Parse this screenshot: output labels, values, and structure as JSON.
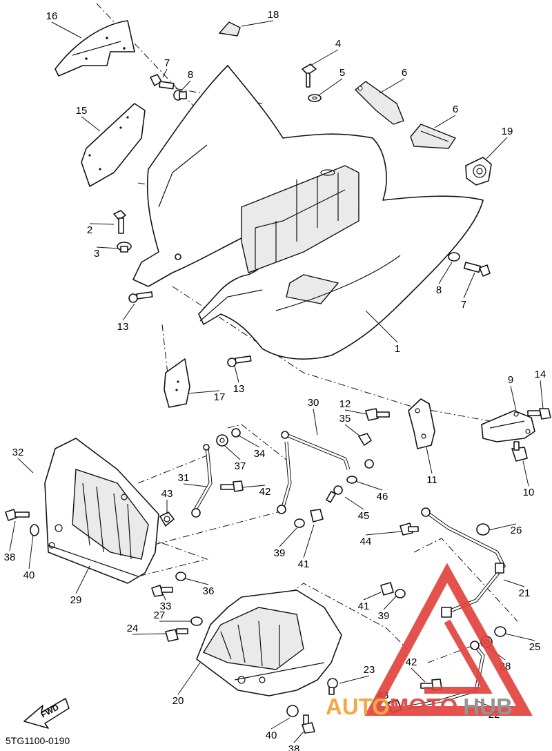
{
  "diagram_code": "5TG1100-0190",
  "fwd_label": "FWD",
  "watermark": {
    "auto": "AUTO",
    "moto": "MOTO",
    "hub": "HUB",
    "color_orange": "#f0a030",
    "color_red": "#e0403a",
    "color_gray": "#8a8a8a"
  },
  "callouts": [
    "16",
    "18",
    "4",
    "7",
    "8",
    "5",
    "6",
    "6",
    "15",
    "19",
    "2",
    "3",
    "8",
    "7",
    "13",
    "1",
    "13",
    "17",
    "30",
    "12",
    "35",
    "9",
    "14",
    "32",
    "34",
    "37",
    "31",
    "43",
    "42",
    "11",
    "46",
    "45",
    "10",
    "38",
    "40",
    "44",
    "26",
    "39",
    "41",
    "36",
    "29",
    "33",
    "21",
    "27",
    "24",
    "41",
    "39",
    "25",
    "28",
    "23",
    "42",
    "20",
    "43",
    "22",
    "40",
    "38"
  ]
}
